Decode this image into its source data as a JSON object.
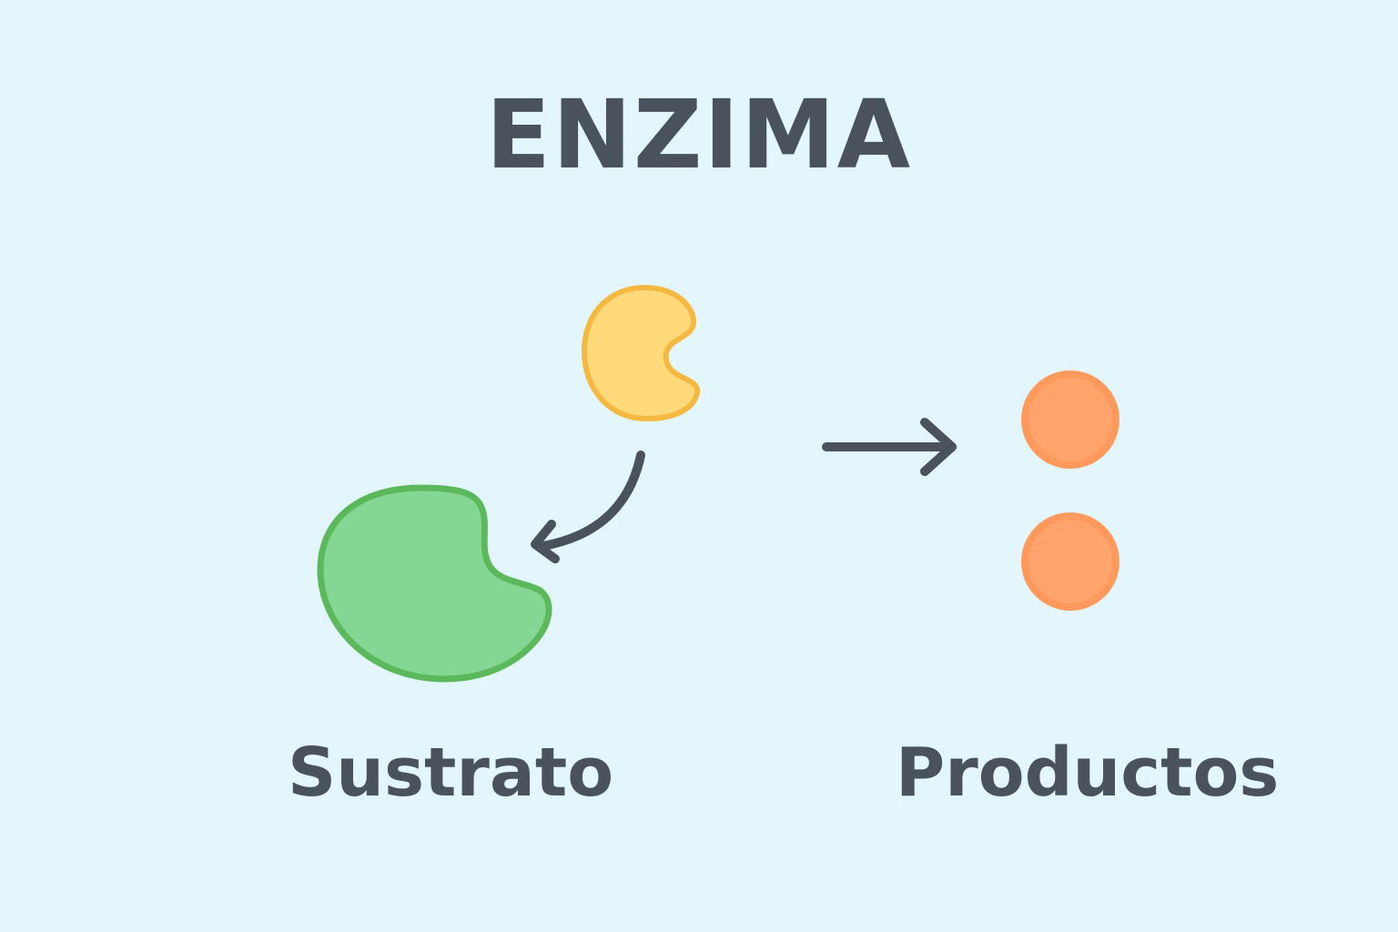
{
  "title": "ENZIMA",
  "labels": {
    "substrate": "Sustrato",
    "products": "Productos"
  },
  "colors": {
    "background": "#e3f6fc",
    "text": "#4a525d",
    "enzyme_fill": "#ffd97a",
    "enzyme_stroke": "#f5b942",
    "substrate_fill": "#84d693",
    "substrate_stroke": "#5bb95c",
    "product_fill": "#ffa56f",
    "product_stroke": "#ff9a5c",
    "arrow": "#4a525d"
  },
  "icons": {
    "enzyme": "enzyme-shape-icon",
    "substrate": "substrate-shape-icon",
    "binding_arrow": "curved-arrow-icon",
    "reaction_arrow": "right-arrow-icon",
    "product": "circle-icon"
  }
}
